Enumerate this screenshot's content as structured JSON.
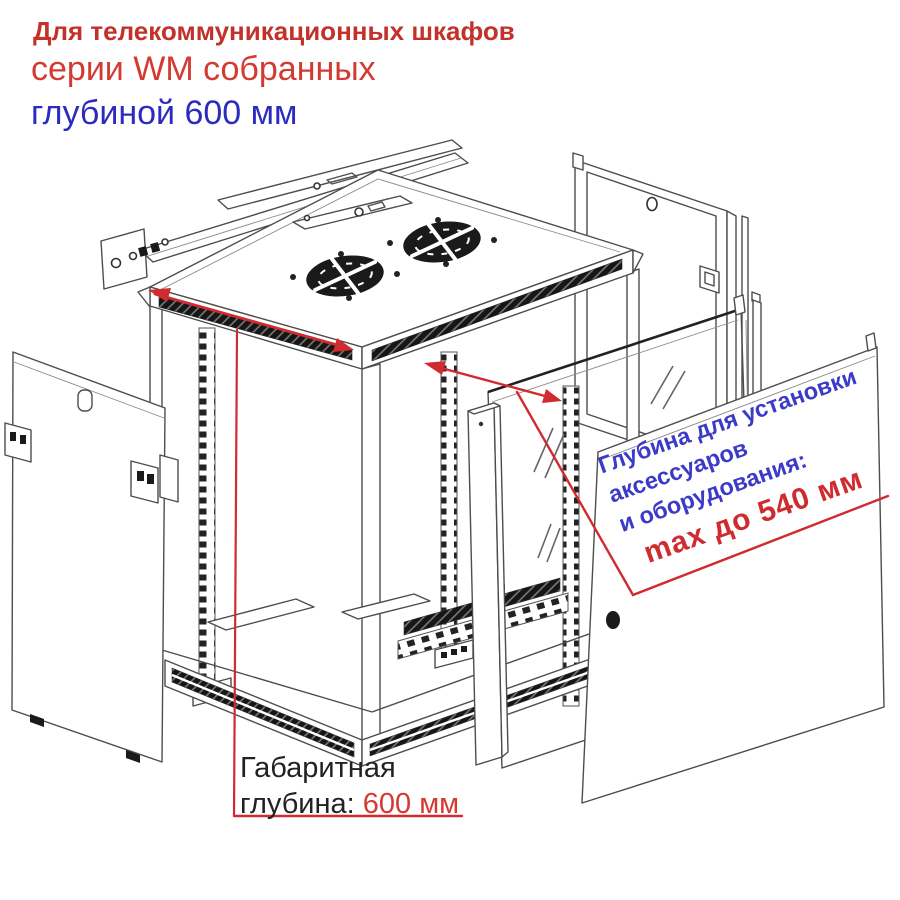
{
  "colors": {
    "red_dark": "#c2322b",
    "red": "#d43a32",
    "blue": "#2b2bc0",
    "note_blue": "#3b3bc8",
    "annotation_red": "#cf2b30",
    "ink": "#222222",
    "line": "#4d4d4d"
  },
  "header": {
    "line1": "Для телекоммуникационных шкафов",
    "line2": "серии WM собранных",
    "line3": "глубиной 600 мм"
  },
  "accessory_depth_note": {
    "line1": "Глубина для установки",
    "line2": "аксессуаров",
    "line3": "и оборудования:",
    "value": "max до 540 мм"
  },
  "overall_depth_note": {
    "line1": "Габаритная",
    "label": "глубина:",
    "value": "600 мм"
  },
  "diagram": {
    "type": "exploded-isometric-line-drawing",
    "subject": "wall-mount telecom cabinet, series WM, depth 600 mm",
    "parts": [
      "wall-mount-bracket-bars",
      "top-panel-with-two-fans-and-vent-slots",
      "rear-door-frame-with-cable-hole",
      "open-frame-with-perforated-rails",
      "vented-base-with-cable-cutouts",
      "glass-front-door",
      "front-door-profile",
      "right-side-panel-with-lock",
      "left-side-panel-with-lock-and-latches"
    ]
  }
}
